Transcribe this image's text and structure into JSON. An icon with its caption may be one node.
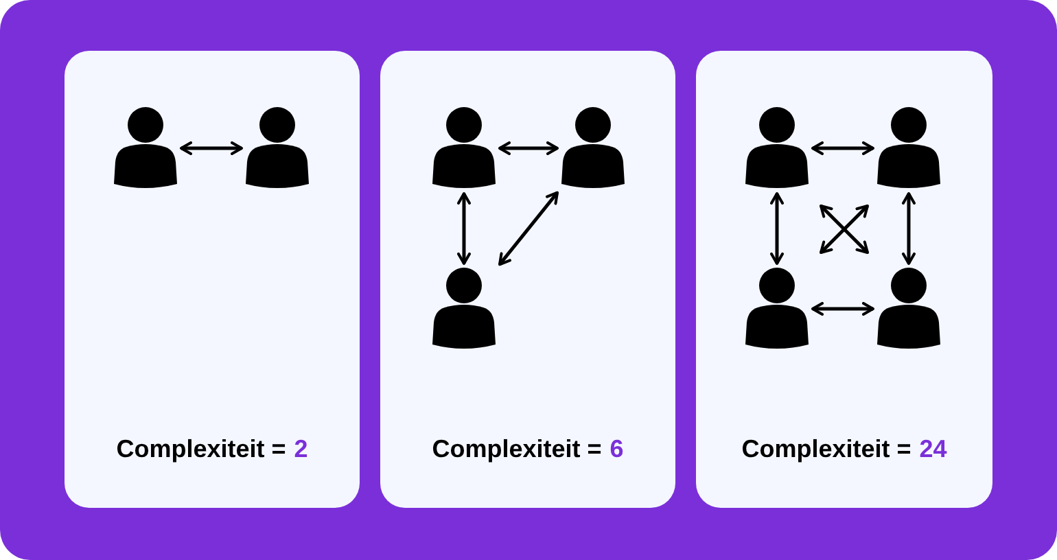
{
  "diagram": {
    "nodes": [
      {
        "text": [
          "Complexiteit =",
          "2"
        ]
      },
      {
        "text": [
          "Complexiteit =",
          "6"
        ]
      },
      {
        "text": [
          "Complexiteit =",
          "24"
        ]
      },
      {
        "text": [],
        "shape": "person",
        "in": 0
      },
      {
        "text": [],
        "shape": "person",
        "in": 0
      },
      {
        "text": [],
        "shape": "person",
        "in": 1
      },
      {
        "text": [],
        "shape": "person",
        "in": 1
      },
      {
        "text": [],
        "shape": "person",
        "in": 1
      },
      {
        "text": [],
        "shape": "person",
        "in": 2
      },
      {
        "text": [],
        "shape": "person",
        "in": 2
      },
      {
        "text": [],
        "shape": "person",
        "in": 2
      },
      {
        "text": [],
        "shape": "person",
        "in": 2
      }
    ],
    "edges": [
      {
        "from": 3,
        "to": 4,
        "arrow": "both"
      },
      {
        "from": 5,
        "to": 6,
        "arrow": "both"
      },
      {
        "from": 5,
        "to": 7,
        "arrow": "both"
      },
      {
        "from": 7,
        "to": 6,
        "arrow": "both"
      },
      {
        "from": 8,
        "to": 9,
        "arrow": "both"
      },
      {
        "from": 8,
        "to": 10,
        "arrow": "both"
      },
      {
        "from": 9,
        "to": 11,
        "arrow": "both"
      },
      {
        "from": 10,
        "to": 11,
        "arrow": "both"
      },
      {
        "from": 8,
        "to": 11,
        "arrow": "both"
      },
      {
        "from": 9,
        "to": 10,
        "arrow": "both"
      }
    ]
  }
}
